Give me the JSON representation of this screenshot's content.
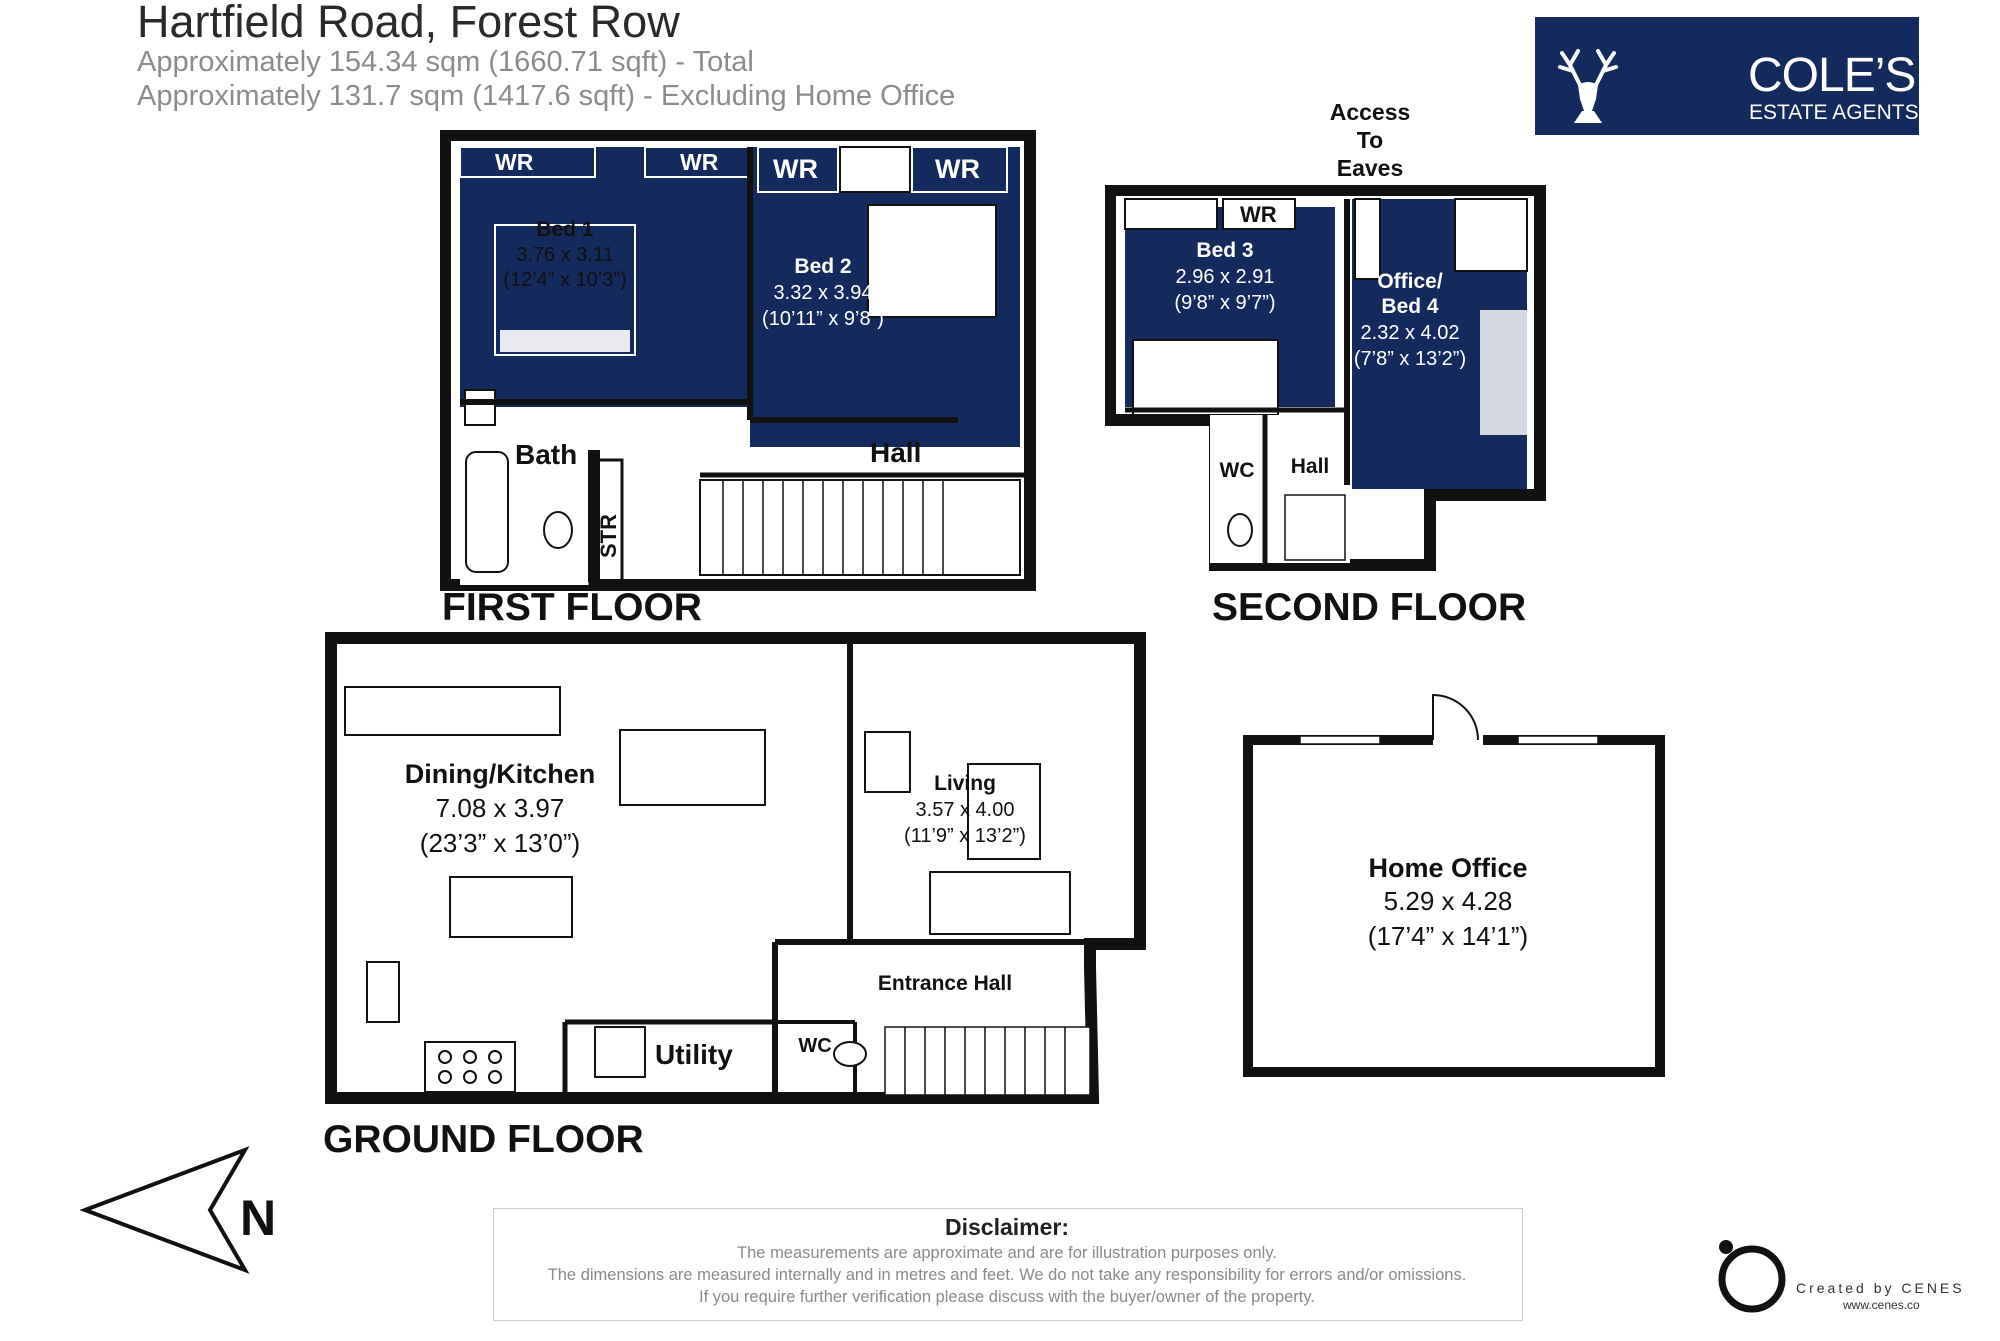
{
  "header": {
    "title": "Hartfield Road, Forest Row",
    "area_total": "Approximately 154.34 sqm (1660.71 sqft) - Total",
    "area_excluding": "Approximately 131.7 sqm (1417.6 sqft) - Excluding Home Office"
  },
  "logo": {
    "name": "COLE’S",
    "tagline": "ESTATE AGENTS",
    "icon": "stag-head-icon"
  },
  "floors": {
    "first": "FIRST FLOOR",
    "second": "SECOND FLOOR",
    "ground": "GROUND FLOOR"
  },
  "rooms": {
    "bed1": {
      "name": "Bed 1",
      "metric": "3.76 x 3.11",
      "imperial": "(12’4” x 10’3”)"
    },
    "bed2": {
      "name": "Bed 2",
      "metric": "3.32 x 3.94",
      "imperial": "(10’11” x 9’8”)"
    },
    "bed3": {
      "name": "Bed 3",
      "metric": "2.96 x 2.91",
      "imperial": "(9’8” x 9’7”)"
    },
    "office_bed4": {
      "name1": "Office/",
      "name2": "Bed 4",
      "metric": "2.32 x 4.02",
      "imperial": "(7’8” x 13’2”)"
    },
    "dining_kitchen": {
      "name": "Dining/Kitchen",
      "metric": "7.08 x 3.97",
      "imperial": "(23’3” x 13’0”)"
    },
    "living": {
      "name": "Living",
      "metric": "3.57 x 4.00",
      "imperial": "(11’9” x 13’2”)"
    },
    "home_office": {
      "name": "Home Office",
      "metric": "5.29 x 4.28",
      "imperial": "(17’4” x 14’1”)"
    },
    "entrance_hall": "Entrance Hall",
    "utility": "Utility",
    "wc": "WC",
    "bath": "Bath",
    "str": "STR",
    "hall": "Hall",
    "wr": "WR"
  },
  "access": {
    "line1": "Access",
    "line2": "To",
    "line3": "Eaves"
  },
  "compass": {
    "label": "N",
    "icon": "north-arrow-icon"
  },
  "disclaimer": {
    "title": "Disclaimer:",
    "line1": "The measurements are approximate and are for illustration purposes only.",
    "line2": "The dimensions are measured internally and in metres and feet. We do not take any responsibility for errors and/or omissions.",
    "line3": "If you require further verification please discuss with the buyer/owner of the property."
  },
  "credit": {
    "label": "Created by CENES",
    "url": "www.cenes.co",
    "icon": "cenes-logo-icon"
  },
  "colors": {
    "navy": "#14295c",
    "wall": "#111111",
    "floor_fill": "#ffffff",
    "desk": "#d3d8e0"
  }
}
